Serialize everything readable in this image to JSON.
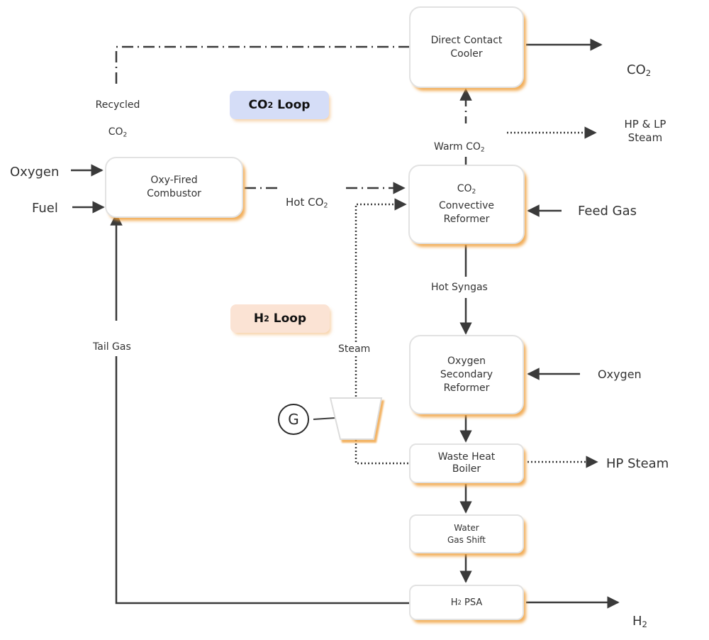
{
  "colors": {
    "line": "#3a3a3a",
    "box_border": "#e2e2e2",
    "box_shadow": "#f0a03c",
    "co2_loop_bg": "#d5ddf7",
    "h2_loop_bg": "#fbe3d4"
  },
  "badges": {
    "co2_loop": {
      "main": "CO",
      "sub": "2",
      "rest": " Loop"
    },
    "h2_loop": {
      "main": "H",
      "sub": "2",
      "rest": " Loop"
    }
  },
  "units": {
    "direct_contact_cooler": "Direct Contact\nCooler",
    "oxy_fired_combustor": "Oxy-Fired\nCombustor",
    "co2_convective_reformer": {
      "line1_main": "CO",
      "line1_sub": "2",
      "rest": "Convective\nReformer"
    },
    "oxygen_secondary_reformer": "Oxygen\nSecondary\nReformer",
    "waste_heat_boiler": "Waste Heat\nBoiler",
    "water_gas_shift": "Water\nGas Shift",
    "h2_psa": {
      "main": "H",
      "sub": "2",
      "rest": " PSA"
    },
    "turbine": "",
    "generator": "G"
  },
  "streams": {
    "co2_out": {
      "main": "CO",
      "sub": "2"
    },
    "recycled_co2": {
      "line1": "Recycled",
      "main": "CO",
      "sub": "2"
    },
    "oxygen_in_combustor": "Oxygen",
    "fuel_in": "Fuel",
    "hot_co2": {
      "main": "Hot CO",
      "sub": "2"
    },
    "warm_co2": {
      "main": "Warm CO",
      "sub": "2"
    },
    "hp_lp_steam": "HP & LP\nSteam",
    "feed_gas": "Feed Gas",
    "hot_syngas": "Hot Syngas",
    "steam": "Steam",
    "tail_gas": "Tail Gas",
    "oxygen_in_secondary": "Oxygen",
    "hp_steam": "HP Steam",
    "h2_out": {
      "main": "H",
      "sub": "2"
    }
  }
}
